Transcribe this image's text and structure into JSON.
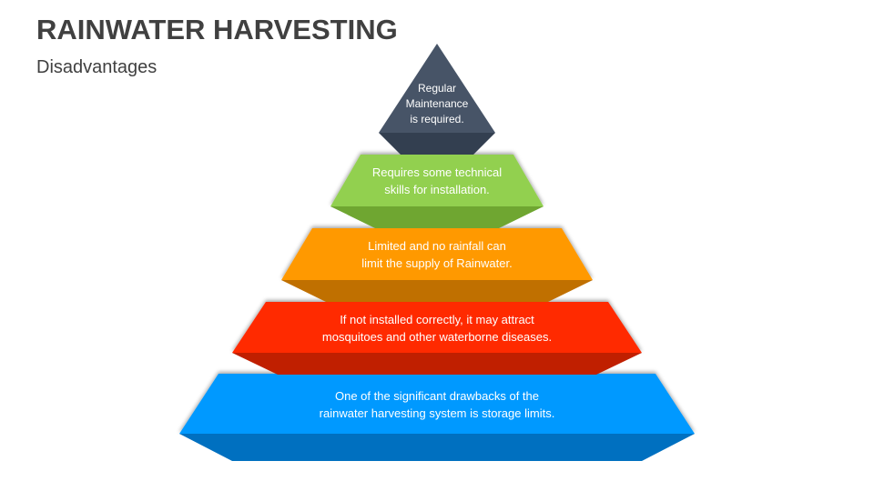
{
  "header": {
    "title": "RAINWATER HARVESTING",
    "subtitle": "Disadvantages"
  },
  "pyramid": {
    "tiers": [
      {
        "level": 1,
        "text_lines": [
          "Regular",
          "Maintenance",
          "is required."
        ],
        "color_top": "#475467",
        "color_bottom": "#333F50"
      },
      {
        "level": 2,
        "text_lines": [
          "Requires some technical",
          "skills for installation."
        ],
        "color_top": "#92D050",
        "color_bottom": "#6FA631"
      },
      {
        "level": 3,
        "text_lines": [
          "Limited and no rainfall can",
          "limit the supply of Rainwater."
        ],
        "color_top": "#FF9900",
        "color_bottom": "#C07000"
      },
      {
        "level": 4,
        "text_lines": [
          "If not installed correctly, it may attract",
          "mosquitoes and other waterborne diseases."
        ],
        "color_top": "#FF2A00",
        "color_bottom": "#C01F00"
      },
      {
        "level": 5,
        "text_lines": [
          "One of the significant drawbacks of the",
          "rainwater harvesting system is storage limits."
        ],
        "color_top": "#0099FF",
        "color_bottom": "#0070C0"
      }
    ]
  }
}
